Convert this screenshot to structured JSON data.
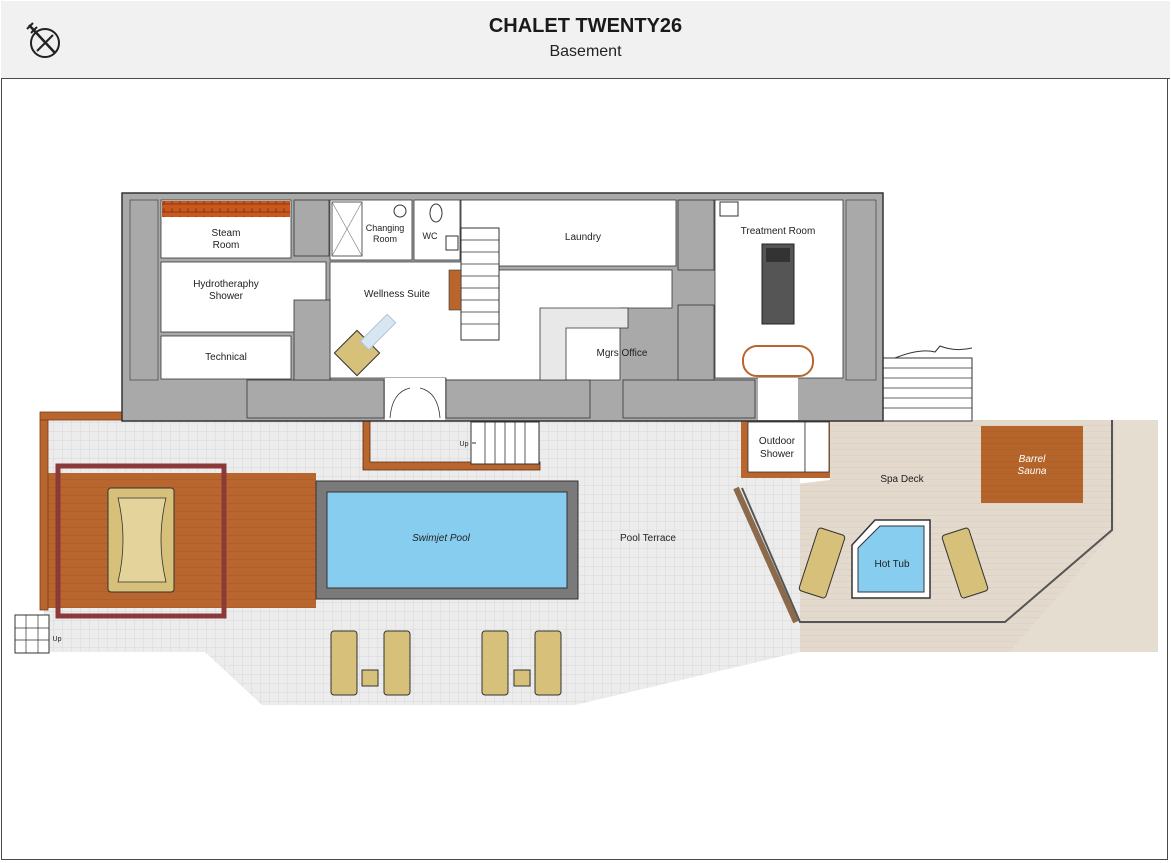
{
  "header": {
    "title": "CHALET TWENTY26",
    "subtitle": "Basement",
    "compass_icon": "north-compass-icon"
  },
  "rooms": {
    "steam_room_l1": "Steam",
    "steam_room_l2": "Room",
    "changing_room_l1": "Changing",
    "changing_room_l2": "Room",
    "wc": "WC",
    "laundry": "Laundry",
    "treatment_room": "Treatment Room",
    "hydrotherapy_l1": "Hydrotheraphy",
    "hydrotherapy_l2": "Shower",
    "wellness_suite": "Wellness Suite",
    "mgrs_office": "Mgrs Office",
    "technical": "Technical",
    "outdoor_shower_l1": "Outdoor",
    "outdoor_shower_l2": "Shower",
    "swimjet_pool": "Swimjet Pool",
    "pool_terrace": "Pool Terrace",
    "spa_deck": "Spa Deck",
    "barrel_sauna_l1": "Barrel",
    "barrel_sauna_l2": "Sauna",
    "hot_tub": "Hot Tub"
  },
  "stairs": {
    "up_label": "Up"
  },
  "colors": {
    "wall": "#a9a9a9",
    "wall_edge": "#333333",
    "timber_deck": "#b8662e",
    "pool_water": "#87cdf0",
    "pool_edge": "#7a7a7a",
    "terrace_tile": "#ebebeb",
    "spa_deck": "#e0d6c9",
    "barrel_sauna": "#b5652a",
    "furniture": "#d6c07a",
    "pergola": "#8b3a3a"
  }
}
